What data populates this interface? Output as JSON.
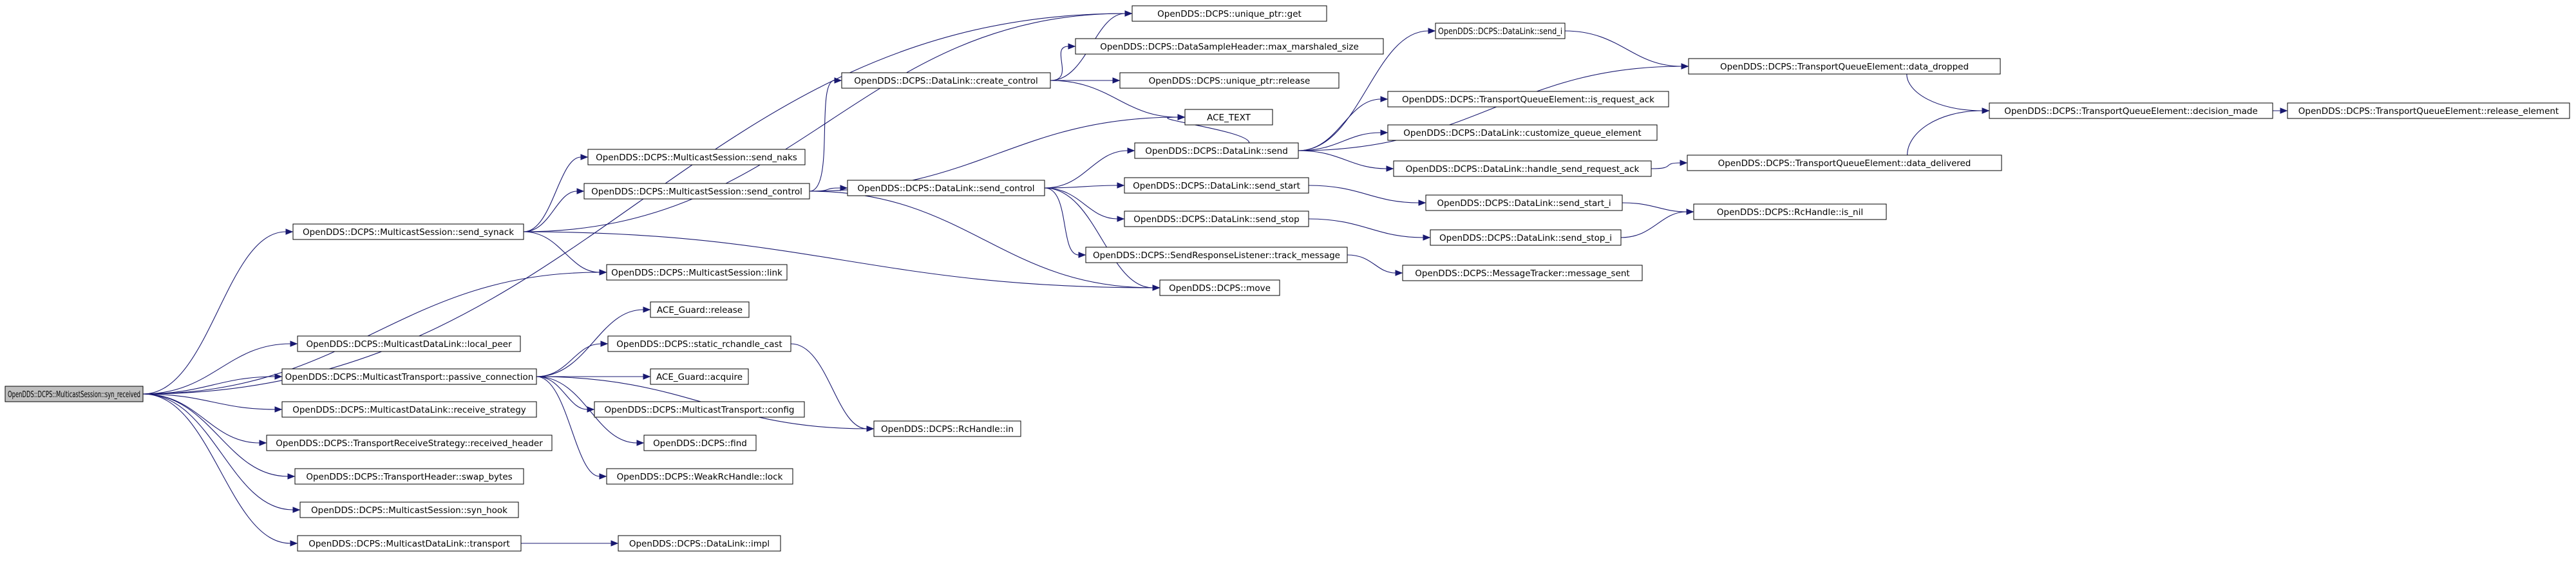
{
  "graph": {
    "nodes": [
      {
        "id": "syn_received",
        "label": "OpenDDS::DCPS::MulticastSession::syn_received",
        "root": true
      },
      {
        "id": "send_synack",
        "label": "OpenDDS::DCPS::MulticastSession::send_synack"
      },
      {
        "id": "local_peer",
        "label": "OpenDDS::DCPS::MulticastDataLink::local_peer"
      },
      {
        "id": "passive_connection",
        "label": "OpenDDS::DCPS::MulticastTransport::passive_connection"
      },
      {
        "id": "receive_strategy",
        "label": "OpenDDS::DCPS::MulticastDataLink::receive_strategy"
      },
      {
        "id": "received_header",
        "label": "OpenDDS::DCPS::TransportReceiveStrategy::received_header"
      },
      {
        "id": "swap_bytes",
        "label": "OpenDDS::DCPS::TransportHeader::swap_bytes"
      },
      {
        "id": "syn_hook",
        "label": "OpenDDS::DCPS::MulticastSession::syn_hook"
      },
      {
        "id": "transport",
        "label": "OpenDDS::DCPS::MulticastDataLink::transport"
      },
      {
        "id": "send_naks",
        "label": "OpenDDS::DCPS::MulticastSession::send_naks"
      },
      {
        "id": "send_control_ms",
        "label": "OpenDDS::DCPS::MulticastSession::send_control"
      },
      {
        "id": "link",
        "label": "OpenDDS::DCPS::MulticastSession::link"
      },
      {
        "id": "guard_release",
        "label": "ACE_Guard::release"
      },
      {
        "id": "static_rchandle_cast",
        "label": "OpenDDS::DCPS::static_rchandle_cast"
      },
      {
        "id": "guard_acquire",
        "label": "ACE_Guard::acquire"
      },
      {
        "id": "mt_config",
        "label": "OpenDDS::DCPS::MulticastTransport::config"
      },
      {
        "id": "dcps_find",
        "label": "OpenDDS::DCPS::find"
      },
      {
        "id": "weak_lock",
        "label": "OpenDDS::DCPS::WeakRcHandle::lock"
      },
      {
        "id": "dl_impl",
        "label": "OpenDDS::DCPS::DataLink::impl"
      },
      {
        "id": "create_control",
        "label": "OpenDDS::DCPS::DataLink::create_control"
      },
      {
        "id": "send_control_dl",
        "label": "OpenDDS::DCPS::DataLink::send_control"
      },
      {
        "id": "rc_in",
        "label": "OpenDDS::DCPS::RcHandle::in"
      },
      {
        "id": "uptr_get",
        "label": "OpenDDS::DCPS::unique_ptr::get"
      },
      {
        "id": "max_marshaled",
        "label": "OpenDDS::DCPS::DataSampleHeader::max_marshaled_size"
      },
      {
        "id": "uptr_release",
        "label": "OpenDDS::DCPS::unique_ptr::release"
      },
      {
        "id": "ace_text",
        "label": "ACE_TEXT"
      },
      {
        "id": "dl_send",
        "label": "OpenDDS::DCPS::DataLink::send"
      },
      {
        "id": "send_start",
        "label": "OpenDDS::DCPS::DataLink::send_start"
      },
      {
        "id": "send_stop",
        "label": "OpenDDS::DCPS::DataLink::send_stop"
      },
      {
        "id": "track_message",
        "label": "OpenDDS::DCPS::SendResponseListener::track_message"
      },
      {
        "id": "dcps_move",
        "label": "OpenDDS::DCPS::move"
      },
      {
        "id": "send_i",
        "label": "OpenDDS::DCPS::DataLink::send_i"
      },
      {
        "id": "is_request_ack",
        "label": "OpenDDS::DCPS::TransportQueueElement::is_request_ack"
      },
      {
        "id": "customize_queue",
        "label": "OpenDDS::DCPS::DataLink::customize_queue_element"
      },
      {
        "id": "handle_send_req_ack",
        "label": "OpenDDS::DCPS::DataLink::handle_send_request_ack"
      },
      {
        "id": "send_start_i",
        "label": "OpenDDS::DCPS::DataLink::send_start_i"
      },
      {
        "id": "send_stop_i",
        "label": "OpenDDS::DCPS::DataLink::send_stop_i"
      },
      {
        "id": "message_sent",
        "label": "OpenDDS::DCPS::MessageTracker::message_sent"
      },
      {
        "id": "data_dropped",
        "label": "OpenDDS::DCPS::TransportQueueElement::data_dropped"
      },
      {
        "id": "data_delivered",
        "label": "OpenDDS::DCPS::TransportQueueElement::data_delivered"
      },
      {
        "id": "is_nil",
        "label": "OpenDDS::DCPS::RcHandle::is_nil"
      },
      {
        "id": "decision_made",
        "label": "OpenDDS::DCPS::TransportQueueElement::decision_made"
      },
      {
        "id": "release_element",
        "label": "OpenDDS::DCPS::TransportQueueElement::release_element"
      }
    ],
    "edges": [
      [
        "syn_received",
        "uptr_get"
      ],
      [
        "syn_received",
        "send_synack"
      ],
      [
        "syn_received",
        "link"
      ],
      [
        "syn_received",
        "local_peer"
      ],
      [
        "syn_received",
        "passive_connection"
      ],
      [
        "syn_received",
        "receive_strategy"
      ],
      [
        "syn_received",
        "received_header"
      ],
      [
        "syn_received",
        "swap_bytes"
      ],
      [
        "syn_received",
        "syn_hook"
      ],
      [
        "syn_received",
        "transport"
      ],
      [
        "send_synack",
        "uptr_get"
      ],
      [
        "send_synack",
        "send_naks"
      ],
      [
        "send_synack",
        "send_control_ms"
      ],
      [
        "send_synack",
        "link"
      ],
      [
        "send_synack",
        "dcps_move"
      ],
      [
        "send_control_ms",
        "create_control"
      ],
      [
        "send_control_ms",
        "ace_text"
      ],
      [
        "send_control_ms",
        "send_control_dl"
      ],
      [
        "send_control_ms",
        "dcps_move"
      ],
      [
        "passive_connection",
        "guard_release"
      ],
      [
        "passive_connection",
        "static_rchandle_cast"
      ],
      [
        "passive_connection",
        "guard_acquire"
      ],
      [
        "passive_connection",
        "mt_config"
      ],
      [
        "passive_connection",
        "dcps_find"
      ],
      [
        "passive_connection",
        "weak_lock"
      ],
      [
        "passive_connection",
        "rc_in"
      ],
      [
        "static_rchandle_cast",
        "rc_in"
      ],
      [
        "transport",
        "dl_impl"
      ],
      [
        "create_control",
        "uptr_get"
      ],
      [
        "create_control",
        "max_marshaled"
      ],
      [
        "create_control",
        "uptr_release"
      ],
      [
        "create_control",
        "ace_text"
      ],
      [
        "send_control_dl",
        "dl_send"
      ],
      [
        "send_control_dl",
        "send_start"
      ],
      [
        "send_control_dl",
        "send_stop"
      ],
      [
        "send_control_dl",
        "track_message"
      ],
      [
        "send_control_dl",
        "dcps_move"
      ],
      [
        "dl_send",
        "ace_text"
      ],
      [
        "dl_send",
        "send_i"
      ],
      [
        "dl_send",
        "is_request_ack"
      ],
      [
        "dl_send",
        "customize_queue"
      ],
      [
        "dl_send",
        "handle_send_req_ack"
      ],
      [
        "dl_send",
        "data_dropped"
      ],
      [
        "send_i",
        "data_dropped"
      ],
      [
        "send_start",
        "send_start_i"
      ],
      [
        "send_start_i",
        "is_nil"
      ],
      [
        "send_stop",
        "send_stop_i"
      ],
      [
        "send_stop_i",
        "is_nil"
      ],
      [
        "track_message",
        "message_sent"
      ],
      [
        "handle_send_req_ack",
        "data_delivered"
      ],
      [
        "data_dropped",
        "decision_made"
      ],
      [
        "data_delivered",
        "decision_made"
      ],
      [
        "decision_made",
        "release_element"
      ]
    ]
  }
}
